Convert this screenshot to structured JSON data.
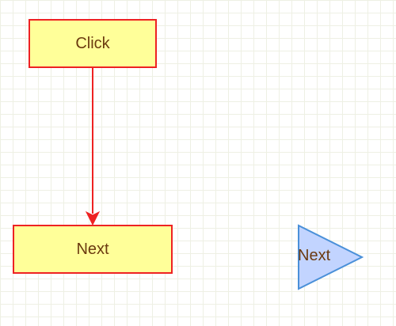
{
  "diagram": {
    "nodes": [
      {
        "id": "click",
        "shape": "rectangle",
        "label": "Click"
      },
      {
        "id": "next",
        "shape": "rectangle",
        "label": "Next"
      },
      {
        "id": "next-triangle",
        "shape": "triangle",
        "label": "Next"
      }
    ],
    "edges": [
      {
        "from": "click",
        "to": "next"
      }
    ]
  },
  "colors": {
    "rect_fill": "#ffff99",
    "rect_stroke": "#ee2222",
    "edge": "#ee2222",
    "triangle_fill": "#c2d4ff",
    "triangle_stroke": "#4a90d9",
    "label_text": "#6b3a0f",
    "grid_line": "#eef0e4"
  }
}
